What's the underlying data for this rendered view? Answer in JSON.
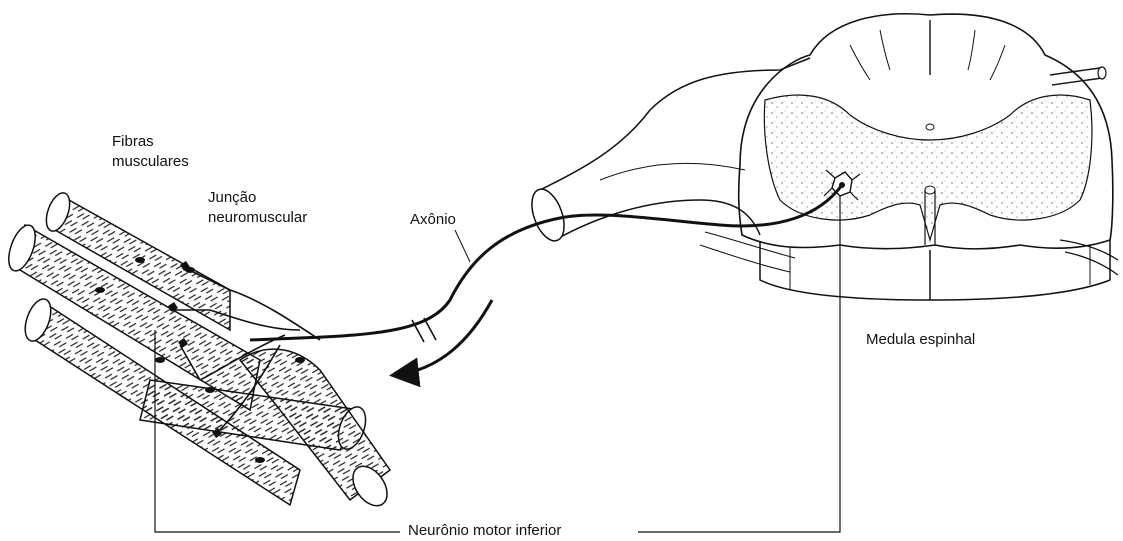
{
  "labels": {
    "muscle_fibers_1": "Fibras",
    "muscle_fibers_2": "musculares",
    "nmj_1": "Junção",
    "nmj_2": "neuromuscular",
    "axon": "Axônio",
    "spinal_cord": "Medula espinhal",
    "lower_motor_neuron": "Neurônio motor inferior"
  }
}
